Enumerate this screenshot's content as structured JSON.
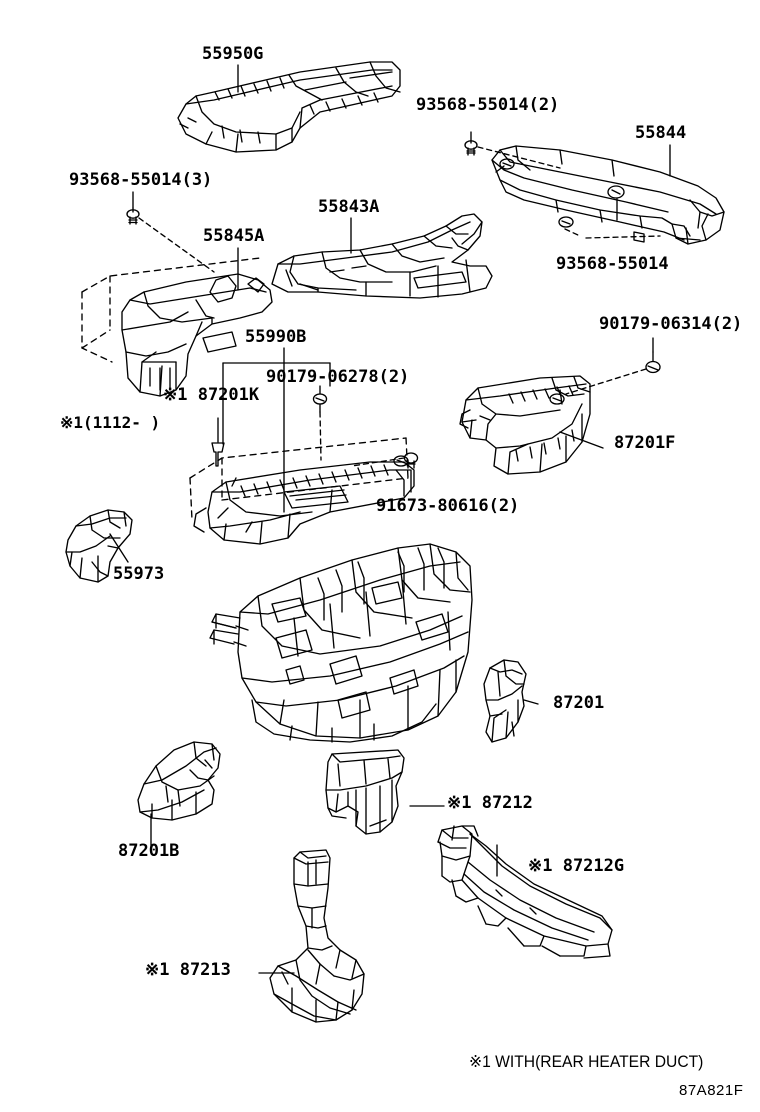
{
  "figure": {
    "code": "87A821F",
    "footnote": "※1 WITH(REAR HEATER DUCT)",
    "variant_note": "※1(1112-   )"
  },
  "labels": {
    "duct_55950g": "55950G",
    "bolt_93568_55014_3": "93568-55014(3)",
    "bolt_93568_55014_2": "93568-55014(2)",
    "bolt_93568_55014": "93568-55014",
    "duct_55844": "55844",
    "duct_55843a": "55843A",
    "duct_55845a": "55845A",
    "duct_55990b": "55990B",
    "clip_90179_06278_2": "90179-06278(2)",
    "clip_90179_06314_2": "90179-06314(2)",
    "clip_91673_80616_2": "91673-80616(2)",
    "duct_87201k": "※1 87201K",
    "duct_87201f": "87201F",
    "duct_55973": "55973",
    "duct_87201": "87201",
    "duct_87201b": "87201B",
    "duct_87212": "※1 87212",
    "duct_87212g": "※1 87212G",
    "duct_87213": "※1 87213"
  },
  "parts": [
    {
      "id": "55950G",
      "name": "air-duct-defroster-nozzle",
      "label": "55950G"
    },
    {
      "id": "93568-55014(3)",
      "name": "bolt-with-washer-qty3",
      "label": "93568-55014(3)"
    },
    {
      "id": "93568-55014(2)",
      "name": "bolt-with-washer-qty2",
      "label": "93568-55014(2)"
    },
    {
      "id": "93568-55014",
      "name": "bolt-with-washer",
      "label": "93568-55014"
    },
    {
      "id": "55844",
      "name": "air-duct-side-defroster-right",
      "label": "55844"
    },
    {
      "id": "55843A",
      "name": "air-duct-center-defroster",
      "label": "55843A"
    },
    {
      "id": "55845A",
      "name": "air-duct-side-defroster-left",
      "label": "55845A"
    },
    {
      "id": "55990B",
      "name": "air-duct-heater-to-register",
      "label": "55990B"
    },
    {
      "id": "90179-06278(2)",
      "name": "nut-qty2",
      "label": "90179-06278(2)"
    },
    {
      "id": "90179-06314(2)",
      "name": "nut-qty2",
      "label": "90179-06314(2)"
    },
    {
      "id": "91673-80616(2)",
      "name": "bolt-qty2",
      "label": "91673-80616(2)"
    },
    {
      "id": "87201K",
      "name": "air-duct-heater-rear-sub",
      "label": "※1 87201K"
    },
    {
      "id": "87201F",
      "name": "air-duct-heater-to-register-rh",
      "label": "87201F"
    },
    {
      "id": "55973",
      "name": "air-duct-side-defroster-nozzle",
      "label": "55973"
    },
    {
      "id": "87201",
      "name": "air-duct-heater-register",
      "label": "87201"
    },
    {
      "id": "87201B",
      "name": "air-duct-heater-left",
      "label": "87201B"
    },
    {
      "id": "87212",
      "name": "air-duct-rear-heater",
      "label": "※1 87212"
    },
    {
      "id": "87212G",
      "name": "air-duct-rear-heater-floor",
      "label": "※1 87212G"
    },
    {
      "id": "87213",
      "name": "air-duct-rear-heater-console",
      "label": "※1 87213"
    }
  ]
}
